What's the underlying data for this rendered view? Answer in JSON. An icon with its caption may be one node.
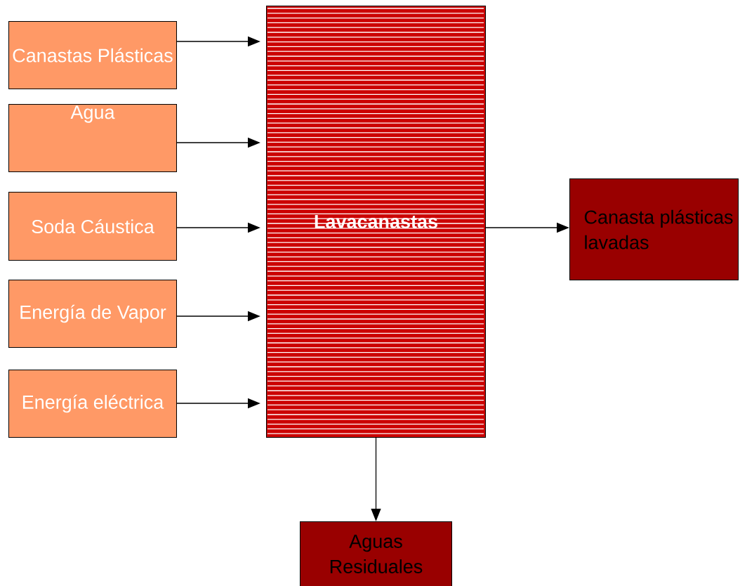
{
  "diagram": {
    "nodes": [
      {
        "text": [
          "Canastas Plásticas"
        ]
      },
      {
        "text": [
          "Agua"
        ]
      },
      {
        "text": [
          "Soda Cáustica"
        ]
      },
      {
        "text": [
          "Energía de Vapor"
        ]
      },
      {
        "text": [
          "Energía eléctrica"
        ]
      },
      {
        "text": [
          "Lavacanastas"
        ]
      },
      {
        "text": [
          "Canasta plásticas lavadas"
        ]
      },
      {
        "text": [
          "Aguas Residuales"
        ]
      }
    ],
    "edges": [
      {
        "from": 0,
        "to": 5,
        "arrow": "to"
      },
      {
        "from": 1,
        "to": 5,
        "arrow": "to"
      },
      {
        "from": 2,
        "to": 5,
        "arrow": "to"
      },
      {
        "from": 3,
        "to": 5,
        "arrow": "to"
      },
      {
        "from": 4,
        "to": 5,
        "arrow": "to"
      },
      {
        "from": 5,
        "to": 6,
        "arrow": "to"
      },
      {
        "from": 5,
        "to": 7,
        "arrow": "to"
      }
    ]
  }
}
